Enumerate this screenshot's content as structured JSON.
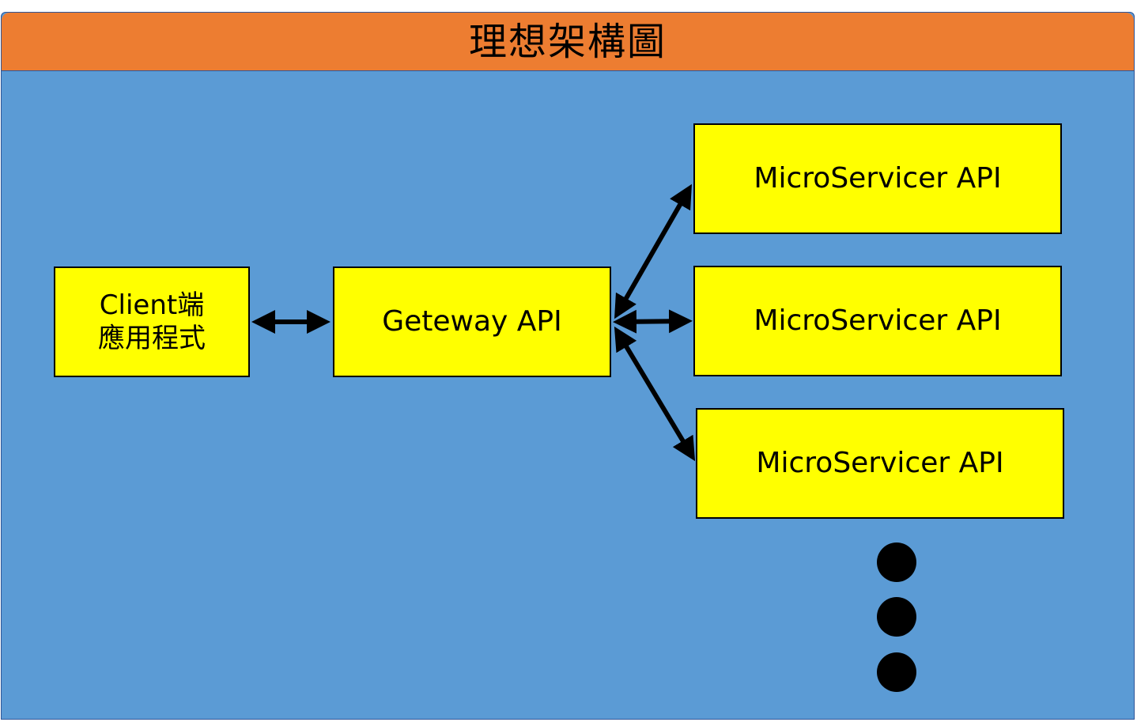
{
  "title": "理想架構圖",
  "colors": {
    "background": "#5b9bd5",
    "title_bar": "#ed7d31",
    "box_fill": "#ffff00",
    "stroke": "#000000"
  },
  "nodes": {
    "client": {
      "label": "Client端\n應用程式"
    },
    "gateway": {
      "label": "Geteway API"
    },
    "microservices": [
      {
        "label": "MicroServicer API"
      },
      {
        "label": "MicroServicer API"
      },
      {
        "label": "MicroServicer API"
      }
    ]
  },
  "edges": [
    {
      "from": "client",
      "to": "gateway",
      "direction": "bidirectional"
    },
    {
      "from": "gateway",
      "to": "microservice-1",
      "direction": "bidirectional"
    },
    {
      "from": "gateway",
      "to": "microservice-2",
      "direction": "bidirectional"
    },
    {
      "from": "gateway",
      "to": "microservice-3",
      "direction": "bidirectional"
    }
  ],
  "continuation_marker": "vertical-ellipsis-dots"
}
